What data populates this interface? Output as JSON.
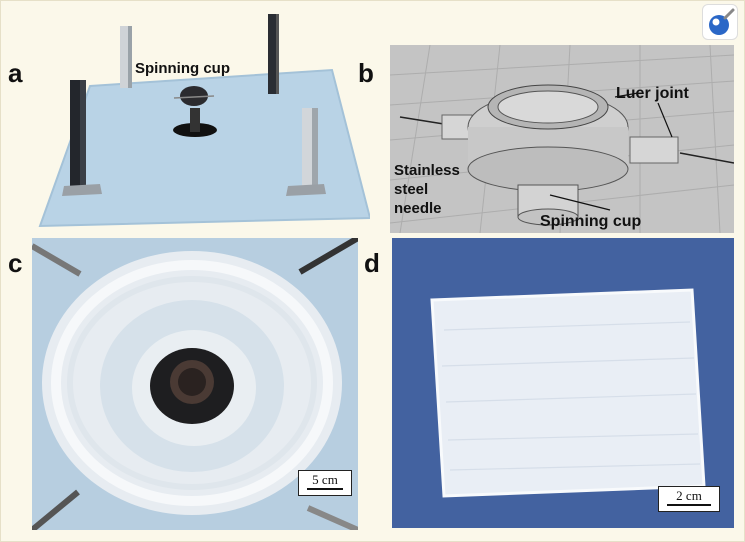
{
  "panels": {
    "a": {
      "letter": "a",
      "labels": {
        "spinning_cup": "Spinning cup"
      }
    },
    "b": {
      "letter": "b",
      "labels": {
        "luer_joint": "Luer joint",
        "needle_line1": "Stainless",
        "needle_line2": "steel",
        "needle_line3": "needle",
        "spinning_cup": "Spinning cup"
      }
    },
    "c": {
      "letter": "c",
      "scale": "5 cm"
    },
    "d": {
      "letter": "d",
      "scale": "2 cm"
    }
  },
  "colors": {
    "background": "#fbf8ea",
    "cloth_blue": "#b9d3e6",
    "fiber_white": "#eef1f4",
    "cad_grey": "#c9c9c9",
    "badge_blue": "#2a67c7"
  },
  "icons": {
    "corner_badge": "zoom-icon"
  }
}
